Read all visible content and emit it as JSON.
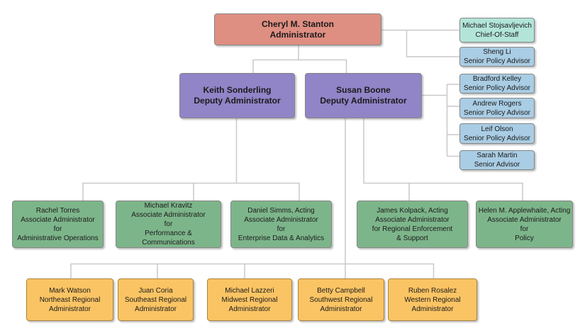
{
  "colors": {
    "admin": "#df8e82",
    "deputy": "#9184c7",
    "chief": "#b2e5d8",
    "advisor": "#a9cde4",
    "associate": "#7db58a",
    "regional": "#fac464",
    "line": "#c9c9c9",
    "border": "#868686",
    "border_regional": "#ab8443",
    "text": "#1b1b1b"
  },
  "org": {
    "administrator": {
      "text": "Cheryl M. Stanton\nAdministrator"
    },
    "staff": [
      {
        "text": "Michael Stojsavljevich\nChief-Of-Staff"
      },
      {
        "text": "Sheng Li\nSenior Policy Advisor"
      }
    ],
    "deputies": [
      {
        "text": "Keith Sonderling\nDeputy Administrator"
      },
      {
        "text": "Susan Boone\nDeputy Administrator"
      }
    ],
    "senior_advisors": [
      {
        "text": "Bradford Kelley\nSenior Policy Advisor"
      },
      {
        "text": "Andrew Rogers\nSenior Policy Advisor"
      },
      {
        "text": "Leif Olson\nSenior Policy Advisor"
      },
      {
        "text": "Sarah Martin\nSenior Advisor"
      }
    ],
    "associate_administrators": [
      {
        "text": "Rachel Torres\nAssociate Administrator\nfor\nAdministrative Operations"
      },
      {
        "text": "Michael Kravitz\nAssociate Administrator\nfor\nPerformance & Communications"
      },
      {
        "text": "Daniel Simms, Acting\nAssociate Administrator\nfor\nEnterprise Data & Analytics"
      },
      {
        "text": "James Kolpack, Acting\nAssociate Administrator\nfor Regional Enforcement\n& Support"
      },
      {
        "text": "Helen M. Applewhaite, Acting\nAssociate Administrator\nfor\nPolicy"
      }
    ],
    "regional_administrators": [
      {
        "text": "Mark Watson\nNortheast Regional\nAdministrator"
      },
      {
        "text": "Juan Coria\nSoutheast Regional\nAdministrator"
      },
      {
        "text": "Michael Lazzeri\nMidwest Regional\nAdministrator"
      },
      {
        "text": "Betty Campbell\nSouthwest Regional\nAdministrator"
      },
      {
        "text": "Ruben Rosalez\nWestern Regional\nAdministrator"
      }
    ]
  }
}
